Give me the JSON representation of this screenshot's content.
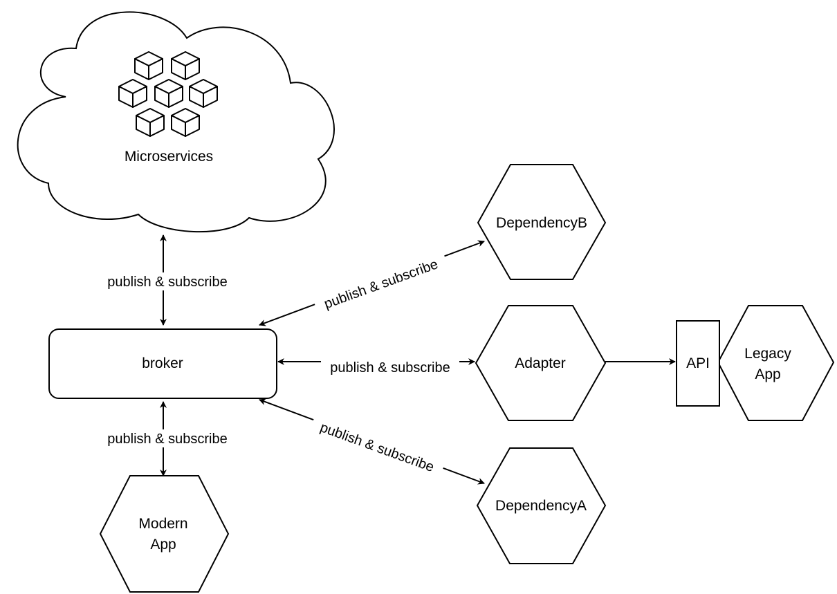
{
  "nodes": {
    "microservices": {
      "label": "Microservices",
      "icon": "microservices-cubes-icon"
    },
    "broker": {
      "label": "broker"
    },
    "dependency_b": {
      "label": "DependencyB"
    },
    "adapter": {
      "label": "Adapter"
    },
    "dependency_a": {
      "label": "DependencyA"
    },
    "modern_app": {
      "line1": "Modern",
      "line2": "App"
    },
    "api": {
      "label": "API"
    },
    "legacy_app": {
      "line1": "Legacy",
      "line2": "App"
    }
  },
  "edges": {
    "broker_microservices": "publish & subscribe",
    "broker_dependency_b": "publish & subscribe",
    "broker_adapter": "publish & subscribe",
    "broker_dependency_a": "publish & subscribe",
    "broker_modern_app": "publish & subscribe"
  }
}
